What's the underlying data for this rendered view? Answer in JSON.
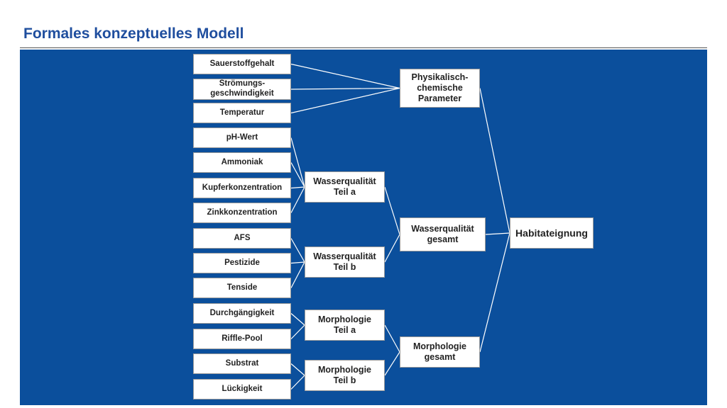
{
  "title": "Formales konzeptuelles Modell",
  "colors": {
    "title": "#1f4e9e",
    "panel": "#0b4f9c",
    "box": "#ffffff",
    "line": "#ffffff"
  },
  "inputs": {
    "sauerstoffgehalt": "Sauerstoffgehalt",
    "stroemungsgeschwindigkeit": "Strömungs-\ngeschwindigkeit",
    "temperatur": "Temperatur",
    "ph_wert": "pH-Wert",
    "ammoniak": "Ammoniak",
    "kupferkonzentration": "Kupferkonzentration",
    "zinkkonzentration": "Zinkkonzentration",
    "afs": "AFS",
    "pestizide": "Pestizide",
    "tenside": "Tenside",
    "durchgaengigkeit": "Durchgängigkeit",
    "riffle_pool": "Riffle-Pool",
    "substrat": "Substrat",
    "lueckigkeit": "Lückigkeit"
  },
  "groups": {
    "wasserqualitaet_a": "Wasserqualität\nTeil a",
    "wasserqualitaet_b": "Wasserqualität\nTeil b",
    "morphologie_a": "Morphologie\nTeil a",
    "morphologie_b": "Morphologie\nTeil b"
  },
  "aggregates": {
    "physikalisch_chemisch": "Physikalisch-\nchemische\nParameter",
    "wasserqualitaet_gesamt": "Wasserqualität\ngesamt",
    "morphologie_gesamt": "Morphologie\ngesamt"
  },
  "result": {
    "habitateignung": "Habitateignung"
  },
  "edges": [
    [
      "input-sauerstoffgehalt",
      "aggregate-physikalisch-chemisch"
    ],
    [
      "input-stroemungsgeschwindigkeit",
      "aggregate-physikalisch-chemisch"
    ],
    [
      "input-temperatur",
      "aggregate-physikalisch-chemisch"
    ],
    [
      "input-ph-wert",
      "group-wasserqualitaet-a"
    ],
    [
      "input-ammoniak",
      "group-wasserqualitaet-a"
    ],
    [
      "input-kupferkonzentration",
      "group-wasserqualitaet-a"
    ],
    [
      "input-zinkkonzentration",
      "group-wasserqualitaet-a"
    ],
    [
      "input-afs",
      "group-wasserqualitaet-b"
    ],
    [
      "input-pestizide",
      "group-wasserqualitaet-b"
    ],
    [
      "input-tenside",
      "group-wasserqualitaet-b"
    ],
    [
      "input-durchgaengigkeit",
      "group-morphologie-a"
    ],
    [
      "input-riffle-pool",
      "group-morphologie-a"
    ],
    [
      "input-substrat",
      "group-morphologie-b"
    ],
    [
      "input-lueckigkeit",
      "group-morphologie-b"
    ],
    [
      "group-wasserqualitaet-a",
      "aggregate-wasserqualitaet-gesamt"
    ],
    [
      "group-wasserqualitaet-b",
      "aggregate-wasserqualitaet-gesamt"
    ],
    [
      "group-morphologie-a",
      "aggregate-morphologie-gesamt"
    ],
    [
      "group-morphologie-b",
      "aggregate-morphologie-gesamt"
    ],
    [
      "aggregate-physikalisch-chemisch",
      "result-habitateignung"
    ],
    [
      "aggregate-wasserqualitaet-gesamt",
      "result-habitateignung"
    ],
    [
      "aggregate-morphologie-gesamt",
      "result-habitateignung"
    ]
  ]
}
